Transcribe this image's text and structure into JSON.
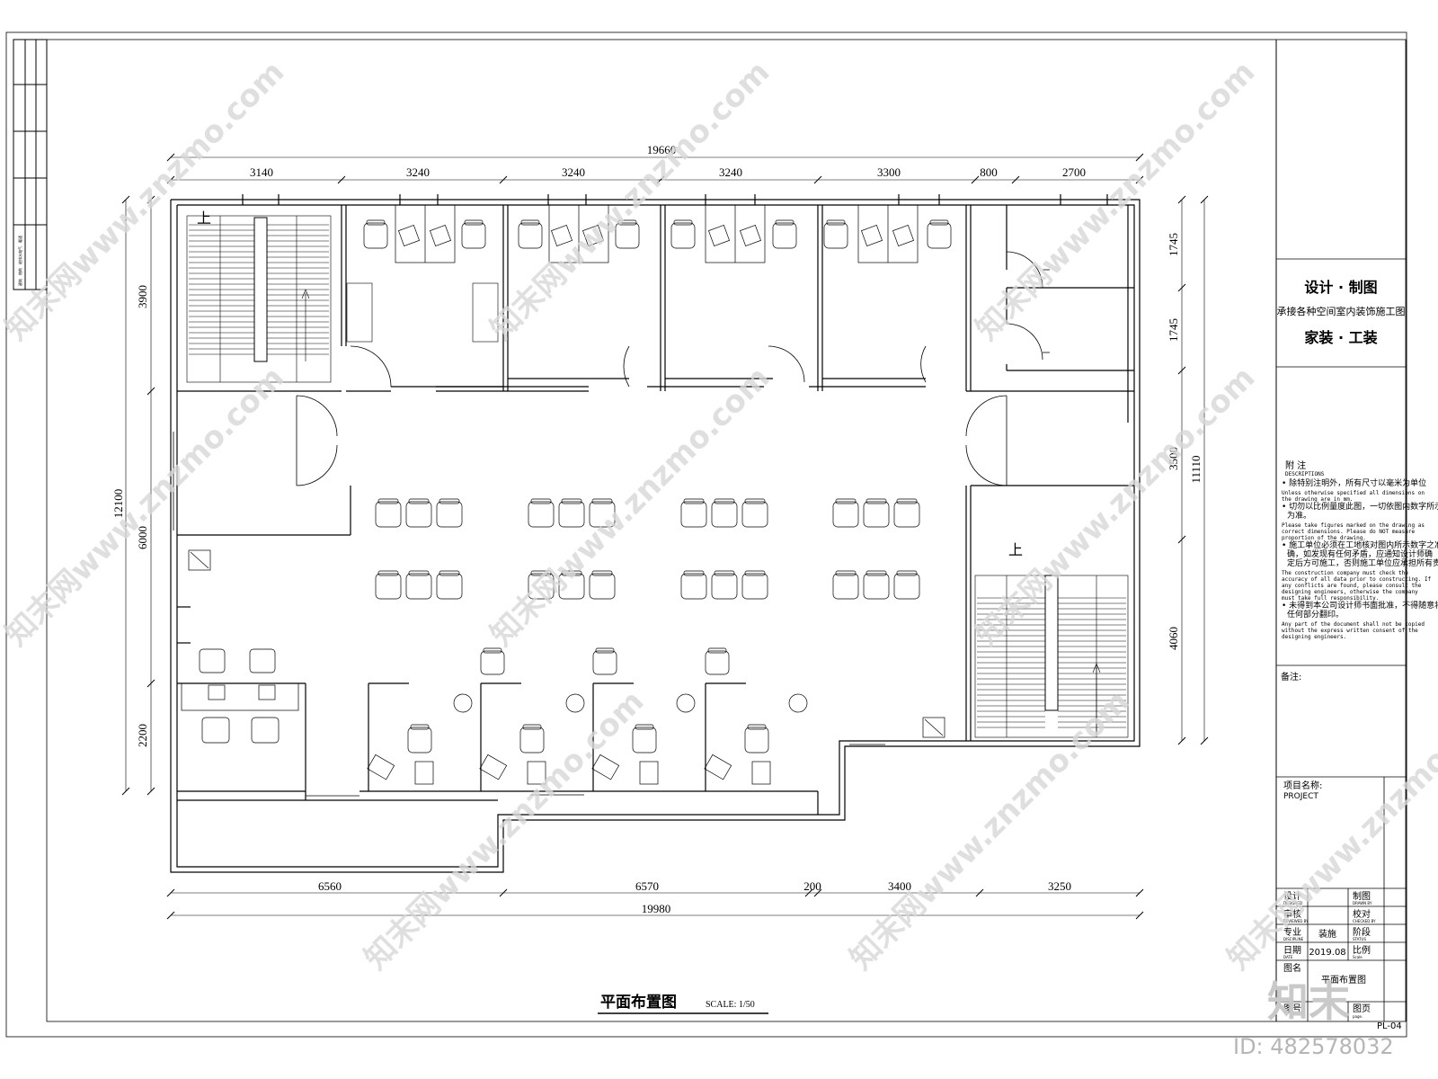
{
  "dimensions": {
    "top_overall": "19660",
    "top_segments": [
      "3140",
      "3240",
      "3240",
      "3240",
      "3300",
      "800",
      "2700"
    ],
    "left_overall": "12100",
    "left_segments": [
      "3900",
      "6000",
      "2200"
    ],
    "right_overall": "11110",
    "right_segments": [
      "1745",
      "1745",
      "3500",
      "4060"
    ],
    "bottom_segments": [
      "6560",
      "6570",
      "200",
      "3400",
      "3250"
    ],
    "bottom_overall": "19980"
  },
  "plan": {
    "stair_up_label": "上",
    "title": "平面布置图",
    "scale": "SCALE: 1/50"
  },
  "title_block": {
    "company_line1": "设计 · 制图",
    "company_line2": "承接各种空间室内装饰施工图",
    "company_line3": "家装 · 工装",
    "notes_title": "附 注",
    "notes_title_en": "DESCRIPTIONS",
    "notes": [
      {
        "zh": "除特别注明外，所有尺寸以毫米为单位",
        "en": "Unless otherwise specified all dimensions on the drawing are in mm."
      },
      {
        "zh": "切勿以比例量度此图，一切依图内数字所示为准。",
        "en": "Please take figures marked on the drawing as correct dimensions. Please do NOT measure proportion of the drawing."
      },
      {
        "zh": "施工单位必须在工地核对图内所示数字之准确，如发现有任何矛盾，应通知设计师确定后方可施工，否则施工单位应承担所有责任。",
        "en": "The construction company must check the accuracy of all data prior to constructing. If any conflicts are found, please consult the designing engineers, otherwise the company must take full responsibility."
      },
      {
        "zh": "未得到本公司设计师书面批准，不得随意将任何部分翻印。",
        "en": "Any part of the document shall not be copied without the express written consent of the designing engineers."
      }
    ],
    "remark_label": "备注:",
    "project_label": "项目名称:",
    "project_label_en": "PROJECT",
    "rows": [
      {
        "l_zh": "设计",
        "l_en": "DESIGNED",
        "l_val": "",
        "r_zh": "制图",
        "r_en": "DRAWN BY",
        "r_val": ""
      },
      {
        "l_zh": "审核",
        "l_en": "REVIEWED BY",
        "l_val": "",
        "r_zh": "校对",
        "r_en": "CHECKED BY",
        "r_val": ""
      },
      {
        "l_zh": "专业",
        "l_en": "DISCIPLINE",
        "l_val": "装施",
        "r_zh": "阶段",
        "r_en": "STATUS",
        "r_val": ""
      },
      {
        "l_zh": "日期",
        "l_en": "DATE",
        "l_val": "2019.08",
        "r_zh": "比例",
        "r_en": "Scale",
        "r_val": ""
      }
    ],
    "drawing_name_label": "图名",
    "drawing_name": "平面布置图",
    "drawing_no_label": "图号",
    "page_label": "图页",
    "page_label_en": "page.",
    "page_no": "PL-04"
  },
  "left_strip_labels": [
    "建筑",
    "结构",
    "给排水",
    "电气",
    "暖通"
  ],
  "watermark": {
    "text": "知末网www.znzmo.com",
    "brand": "知末",
    "id": "ID: 482578032"
  }
}
